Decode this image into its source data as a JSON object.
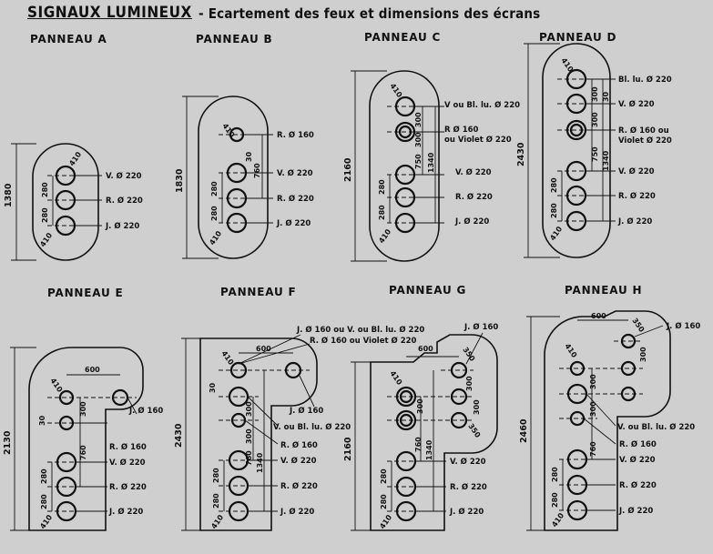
{
  "header": {
    "title": "SIGNAUX LUMINEUX",
    "subtitle": "- Ecartement des feux et dimensions des écrans"
  },
  "colors": {
    "background": "#cfcfcf",
    "ink": "#111111"
  },
  "panels": [
    {
      "name": "PANNEAU A",
      "height": "1380",
      "dims": [
        "410",
        "280",
        "280",
        "410"
      ],
      "labels": [
        "V. Ø 220",
        "R. Ø 220",
        "J. Ø 220"
      ]
    },
    {
      "name": "PANNEAU B",
      "height": "1830",
      "dims": [
        "410",
        "30",
        "760",
        "280",
        "280",
        "410"
      ],
      "labels": [
        "R. Ø 160",
        "V. Ø 220",
        "R. Ø 220",
        "J. Ø 220"
      ]
    },
    {
      "name": "PANNEAU C",
      "height": "2160",
      "dims": [
        "410",
        "300",
        "300",
        "750",
        "1340",
        "280",
        "280",
        "410"
      ],
      "labels": [
        "V ou Bl. lu. Ø 220",
        "R Ø 160",
        "ou Violet Ø 220",
        "V. Ø 220",
        "R. Ø 220",
        "J. Ø 220"
      ]
    },
    {
      "name": "PANNEAU D",
      "height": "2430",
      "dims": [
        "410",
        "300",
        "30",
        "300",
        "750",
        "1340",
        "280",
        "280",
        "410"
      ],
      "labels": [
        "Bl. lu. Ø 220",
        "V. Ø 220",
        "R. Ø 160 ou",
        "Violet Ø 220",
        "V. Ø 220",
        "R. Ø 220",
        "J. Ø 220"
      ]
    },
    {
      "name": "PANNEAU E",
      "height": "2130",
      "dims": [
        "600",
        "410",
        "30",
        "300",
        "760",
        "280",
        "280",
        "410"
      ],
      "labels": [
        "J. Ø 160",
        "R. Ø 160",
        "V. Ø 220",
        "R. Ø 220",
        "J. Ø 220"
      ]
    },
    {
      "name": "PANNEAU F",
      "height": "2430",
      "dims": [
        "600",
        "410",
        "30",
        "300",
        "300",
        "760",
        "1340",
        "280",
        "280",
        "410"
      ],
      "labels": [
        "J. Ø 160 ou V. ou Bl. lu. Ø 220",
        "R. Ø 160 ou Violet Ø 220",
        "J. Ø 160",
        "V. ou Bl. lu. Ø 220",
        "R. Ø 160",
        "V. Ø 220",
        "R. Ø 220",
        "J. Ø 220"
      ]
    },
    {
      "name": "PANNEAU G",
      "height": "2160",
      "dims": [
        "600",
        "410",
        "300",
        "300",
        "300",
        "350",
        "350",
        "760",
        "1340",
        "280",
        "280",
        "410"
      ],
      "labels": [
        "J. Ø 160",
        "V. Ø 220",
        "R. Ø 220",
        "J. Ø 220"
      ]
    },
    {
      "name": "PANNEAU H",
      "height": "2460",
      "dims": [
        "600",
        "350",
        "410",
        "300",
        "300",
        "300",
        "760",
        "280",
        "280",
        "410"
      ],
      "labels": [
        "J. Ø 160",
        "V. ou Bl. lu. Ø 220",
        "R. Ø 160",
        "V. Ø 220",
        "R. Ø 220",
        "J. Ø 220"
      ]
    }
  ]
}
